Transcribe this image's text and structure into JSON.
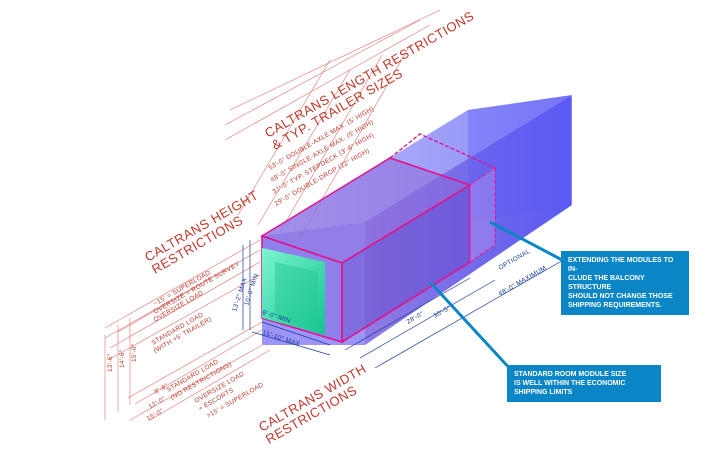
{
  "height_title": [
    "CALTRANS HEIGHT",
    "RESTRICTIONS"
  ],
  "height_items": [
    "~15' = SUPERLOAD",
    "OVERSIZE = ROUTE SURVEY",
    "OVERSIZE LOAD",
    "STANDARD LOAD",
    "(WITH +5' TRAILER)"
  ],
  "height_values": [
    "13'-6\"",
    "14'-6\"",
    "15'-0\""
  ],
  "length_title": [
    "CALTRANS LENGTH RESTRICTIONS",
    "& TYP. TRAILER SIZES"
  ],
  "length_items": [
    "53'-0\" DOUBLE-AXLE MAX. (5' HIGH)",
    "48'-0\" SINGLE-AXLE MAX. (5' HIGH)",
    "37'-0\" TYP. STEPDECK (3'-6\" HIGH)",
    "29'-0\" DOUBLE-DROP (22\" HIGH)"
  ],
  "width_title": [
    "CALTRANS WIDTH",
    "RESTRICTIONS"
  ],
  "width_items": [
    "STANDARD LOAD",
    "(NO RESTRICTIONS)",
    "OVERSIZE LOAD",
    "+ ESCORTS",
    ">15' = SUPERLOAD"
  ],
  "width_values": [
    "8'-6\"",
    "12'-0\"",
    "15'-0\""
  ],
  "module_dims": [
    "13'-2\" MAX",
    "10'-0\" MIN",
    "8'-0\" MIN",
    "15'-10\" MAX"
  ],
  "length_dims": [
    "28'-0\"",
    "30'-5\"",
    "48'-0\" MAXIMUM"
  ],
  "optional_label": "OPTIONAL",
  "callout_balcony": "EXTENDING THE MODULES TO IN-\nCLUDE THE BALCONY STRUCTURE\nSHOULD NOT CHANGE THOSE\nSHIPPING REQUIREMENTS.",
  "callout_room": "STANDARD ROOM MODULE SIZE\nIS WELL WITHIN THE ECONOMIC\nSHIPPING LIMITS",
  "colors": {
    "red": "#c0392b",
    "blue_box": "#3a3af0",
    "magenta": "#e0158c",
    "cyan_panel": "#1ed6a8",
    "callout": "#0a86c6",
    "dim_blue": "#1a3a9c"
  }
}
